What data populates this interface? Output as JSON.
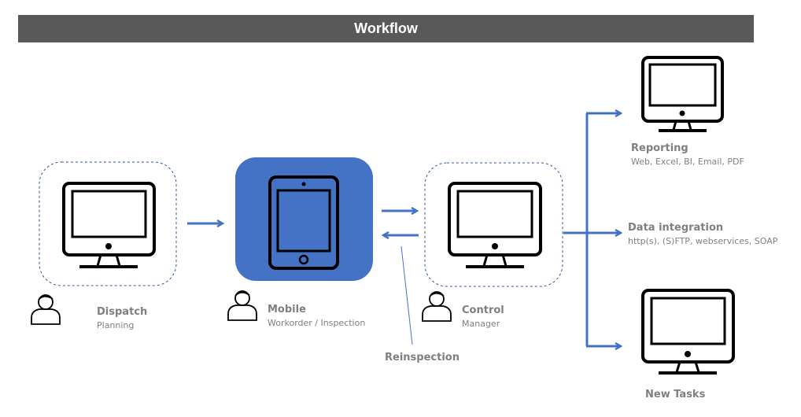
{
  "title": "Workflow",
  "nodes": {
    "dispatch": {
      "title": "Dispatch",
      "subtitle": "Planning"
    },
    "mobile": {
      "title": "Mobile",
      "subtitle": "Workorder / Inspection"
    },
    "control": {
      "title": "Control",
      "subtitle": "Manager"
    },
    "reporting": {
      "title": "Reporting",
      "subtitle": "Web, Excel, BI, Email, PDF"
    },
    "data_integration": {
      "title": "Data integration",
      "subtitle": "http(s), (S)FTP, webservices, SOAP"
    },
    "new_tasks": {
      "title": "New Tasks"
    }
  },
  "edge_labels": {
    "reinspection": "Reinspection"
  },
  "colors": {
    "accent": "#4472c4",
    "title_bar": "#595959",
    "label": "#7f7f7f",
    "dashed_border": "#2f5597"
  },
  "icons": [
    "monitor-icon",
    "tablet-icon",
    "user-icon",
    "arrow-icon"
  ]
}
